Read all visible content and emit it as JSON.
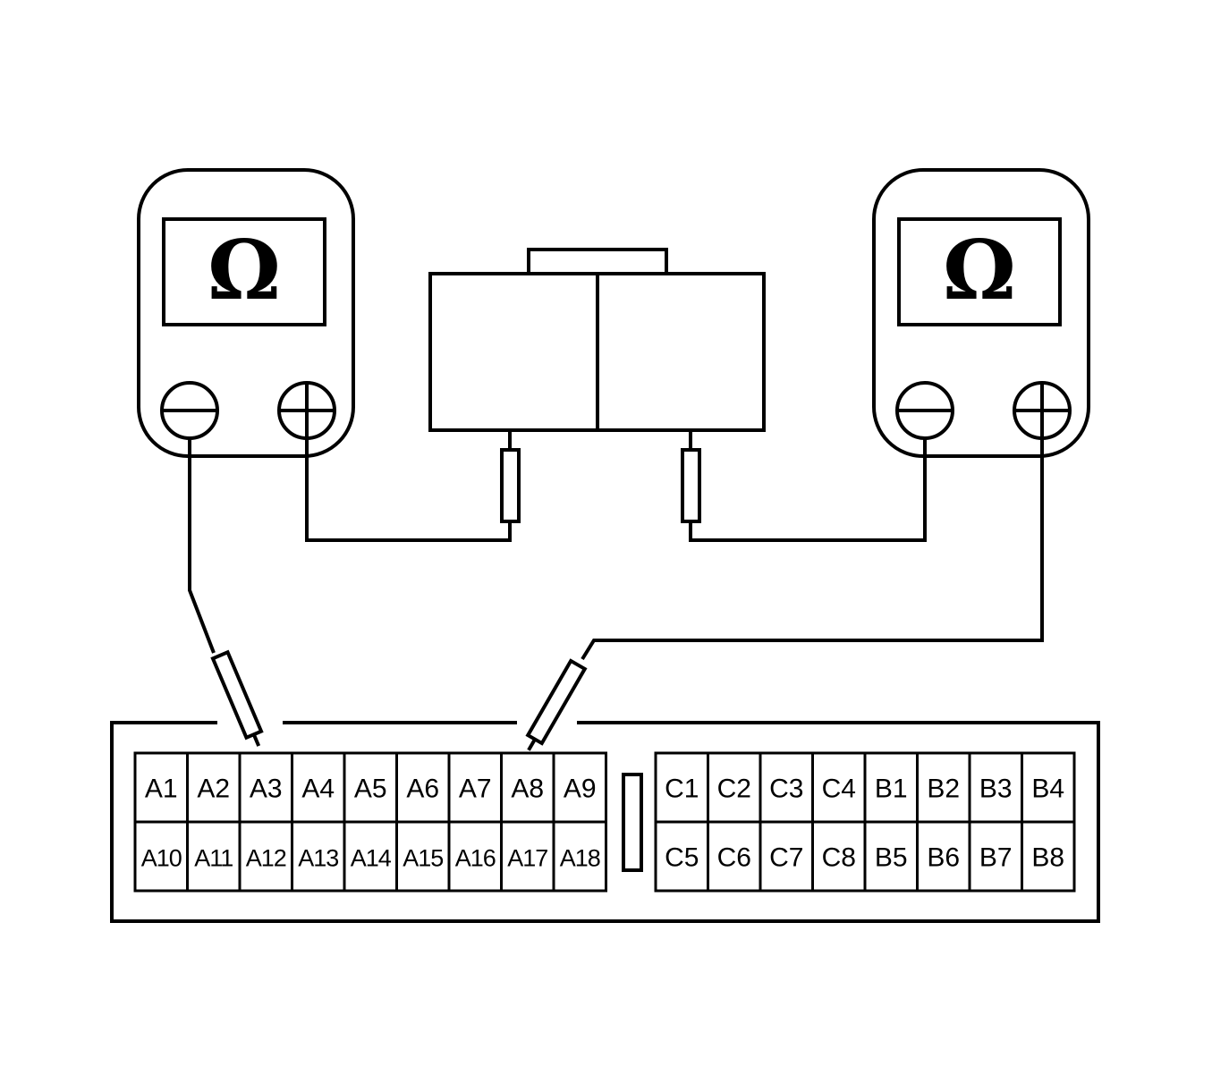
{
  "meter_left": {
    "display_symbol": "Ω",
    "negative_terminal_icon": "minus-circle-icon",
    "positive_terminal_icon": "plus-circle-icon"
  },
  "meter_right": {
    "display_symbol": "Ω",
    "negative_terminal_icon": "minus-circle-icon",
    "positive_terminal_icon": "plus-circle-icon"
  },
  "connector": {
    "left_block_rows": [
      [
        "A1",
        "A2",
        "A3",
        "A4",
        "A5",
        "A6",
        "A7",
        "A8",
        "A9"
      ],
      [
        "A10",
        "A11",
        "A12",
        "A13",
        "A14",
        "A15",
        "A16",
        "A17",
        "A18"
      ]
    ],
    "right_block_rows": [
      [
        "C1",
        "C2",
        "C3",
        "C4",
        "B1",
        "B2",
        "B3",
        "B4"
      ],
      [
        "C5",
        "C6",
        "C7",
        "C8",
        "B5",
        "B6",
        "B7",
        "B8"
      ]
    ]
  }
}
